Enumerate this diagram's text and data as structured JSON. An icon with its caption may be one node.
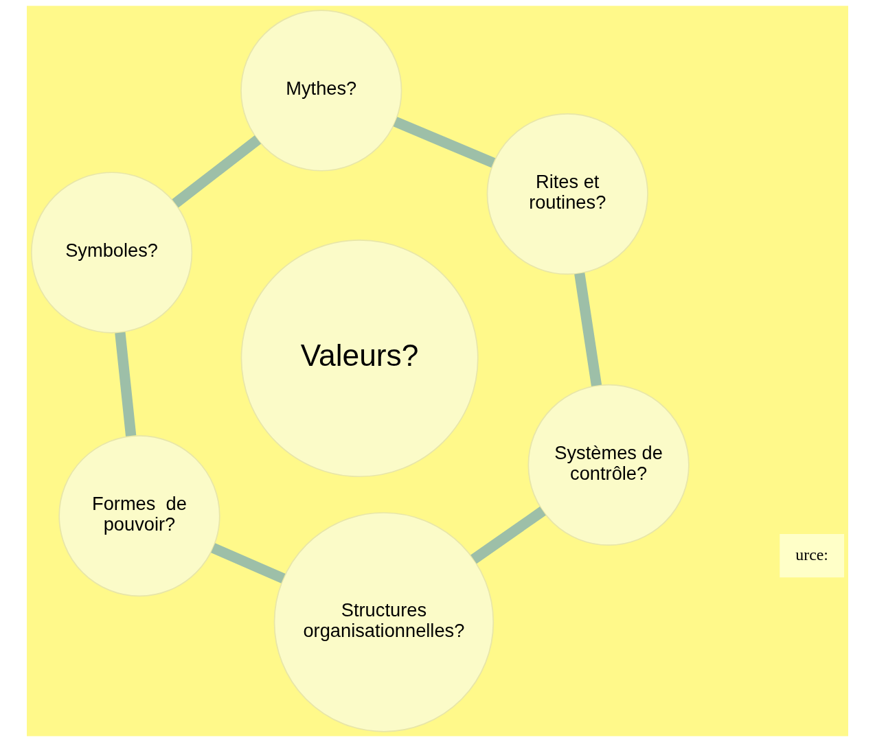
{
  "diagram": {
    "nodes": [
      {
        "text": [
          "Mythes?"
        ]
      },
      {
        "text": [
          "Rites et routines?"
        ]
      },
      {
        "text": [
          "Symboles?"
        ]
      },
      {
        "text": [
          "Valeurs?"
        ]
      },
      {
        "text": [
          "Systèmes de contrôle?"
        ]
      },
      {
        "text": [
          "Formes  de pouvoir?"
        ]
      },
      {
        "text": [
          "Structures organisationnelles?"
        ]
      }
    ],
    "edges": [
      {
        "from": 0,
        "to": 2,
        "arrow": "none"
      },
      {
        "from": 2,
        "to": 5,
        "arrow": "none"
      },
      {
        "from": 5,
        "to": 6,
        "arrow": "none"
      },
      {
        "from": 6,
        "to": 4,
        "arrow": "none"
      },
      {
        "from": 4,
        "to": 1,
        "arrow": "none"
      },
      {
        "from": 1,
        "to": 0,
        "arrow": "none"
      }
    ],
    "labels": [
      "urce:"
    ]
  }
}
